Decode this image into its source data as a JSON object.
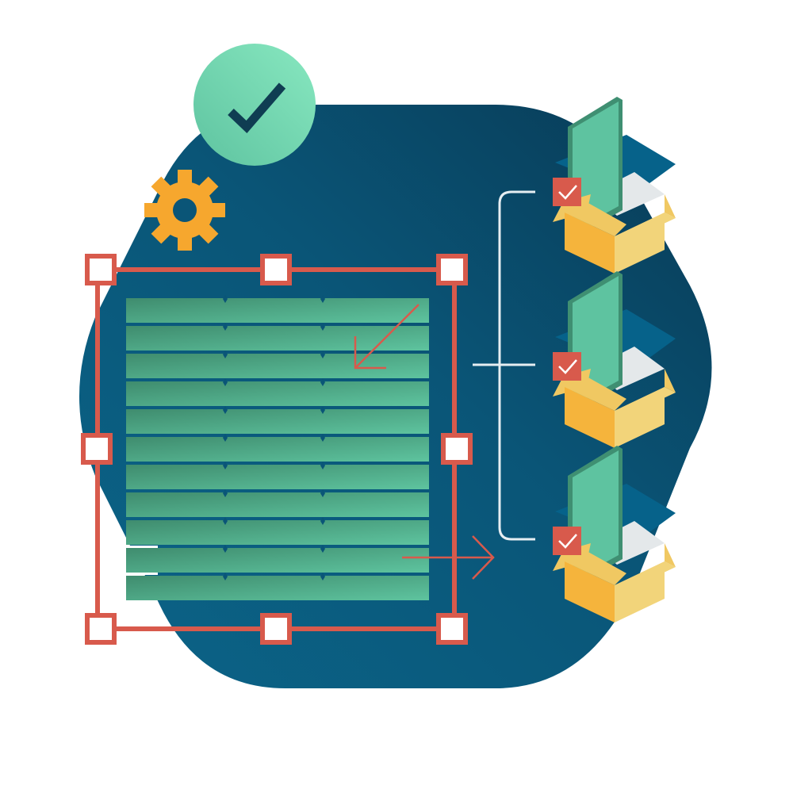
{
  "colors": {
    "background": "#ffffff",
    "blob_dark": "#083a55",
    "blob_mid": "#0a5577",
    "blob_light": "#0b6488",
    "green_light": "#88e8c0",
    "green_mid": "#5ec3a0",
    "green_dark": "#3f8f72",
    "row_gradient_start": "#3f8c6e",
    "row_gradient_end": "#5ec49f",
    "checkmark": "#0f3d52",
    "gear": "#f6a72e",
    "selection": "#d85a4c",
    "handle_fill": "#ffffff",
    "connector": "#e6eef2",
    "box_front": "#f5b43c",
    "box_side": "#f2d47a",
    "box_flap": "#f0c862",
    "card_back": "#06628a",
    "paper": "#e4e8ea"
  },
  "icons": {
    "success_badge": "check-circle-icon",
    "settings": "gear-icon",
    "data_table": "table-rows-icon",
    "split_arrow": "arrow-down-left-icon",
    "export_arrow": "arrow-right-icon",
    "package": "box-icon",
    "package_check": "checkbox-checked-icon"
  },
  "table": {
    "rows": 11,
    "columns": 3
  },
  "packages": {
    "count": 3,
    "checked": [
      true,
      true,
      true
    ]
  }
}
